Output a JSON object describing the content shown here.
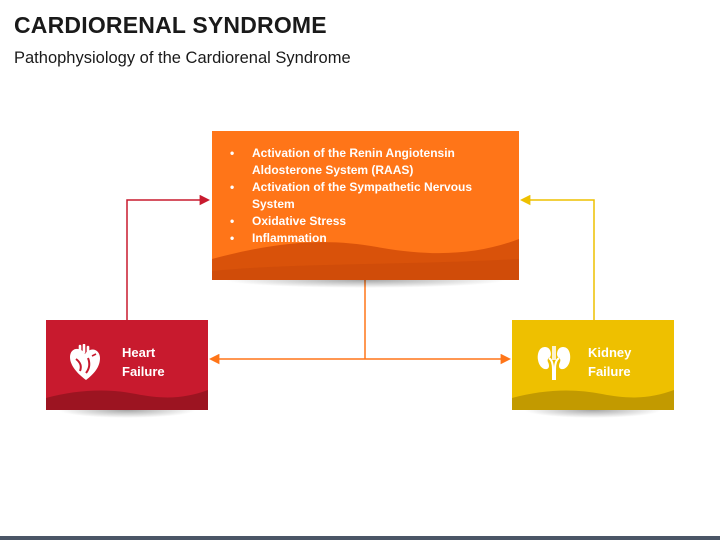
{
  "header": {
    "title": "CARDIORENAL SYNDROME",
    "subtitle": "Pathophysiology of the Cardiorenal Syndrome"
  },
  "mechanisms": {
    "items": [
      "Activation of the Renin Angiotensin",
      "Aldosterone System (RAAS)",
      "Activation of the Sympathetic Nervous",
      "System",
      "Oxidative Stress",
      "Inflammation"
    ],
    "bulleted": [
      true,
      false,
      true,
      false,
      true,
      true
    ],
    "color": "#ff7518",
    "wave_color": "#d9520a"
  },
  "heart": {
    "line1": "Heart",
    "line2": "Failure",
    "icon": "heart-icon",
    "color": "#c81a2e",
    "wave_color": "#9c1421"
  },
  "kidney": {
    "line1": "Kidney",
    "line2": "Failure",
    "icon": "kidney-icon",
    "color": "#eec000",
    "wave_color": "#c29a00"
  },
  "connector_colors": {
    "heart": "#c81a2e",
    "kidney": "#eec000",
    "center": "#ff7518"
  }
}
